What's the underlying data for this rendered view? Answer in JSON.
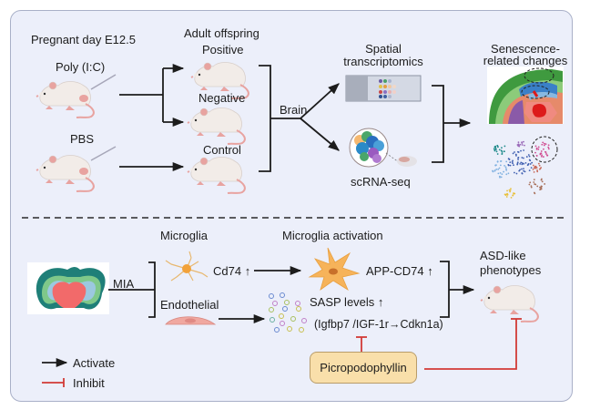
{
  "top": {
    "pregnant_label": "Pregnant day E12.5",
    "poly_label": "Poly (I:C)",
    "pbs_label": "PBS",
    "adult_label": "Adult offspring",
    "positive_label": "Positive",
    "negative_label": "Negative",
    "control_label": "Control",
    "brain_label": "Brain",
    "spatial_label_line1": "Spatial",
    "spatial_label_line2": "transcriptomics",
    "scrna_label": "scRNA-seq",
    "senescence_line1": "Senescence-",
    "senescence_line2": "related changes"
  },
  "bottom": {
    "mia_label": "MIA",
    "microglia_label": "Microglia",
    "cd74_label": "Cd74 ↑",
    "endothelial_label": "Endothelial",
    "microglia_activation_label": "Microglia activation",
    "app_cd74_label": "APP-CD74 ↑",
    "sasp_label": "SASP levels ↑",
    "pathway_label": "(Igfbp7 /IGF-1r→Cdkn1a)",
    "asd_line1": "ASD-like",
    "asd_line2": "phenotypes",
    "drug_label": "Picropodophyllin"
  },
  "legend": {
    "activate_label": "Activate",
    "inhibit_label": "Inhibit"
  },
  "colors": {
    "panel_bg": "#eceffa",
    "panel_border": "#a9b0c8",
    "activate": "#1c1c1c",
    "inhibit": "#d23a36",
    "drug_box": "#f9dfaa",
    "mouse_body": "#f2ece8",
    "mouse_pink": "#e8a3a0"
  }
}
